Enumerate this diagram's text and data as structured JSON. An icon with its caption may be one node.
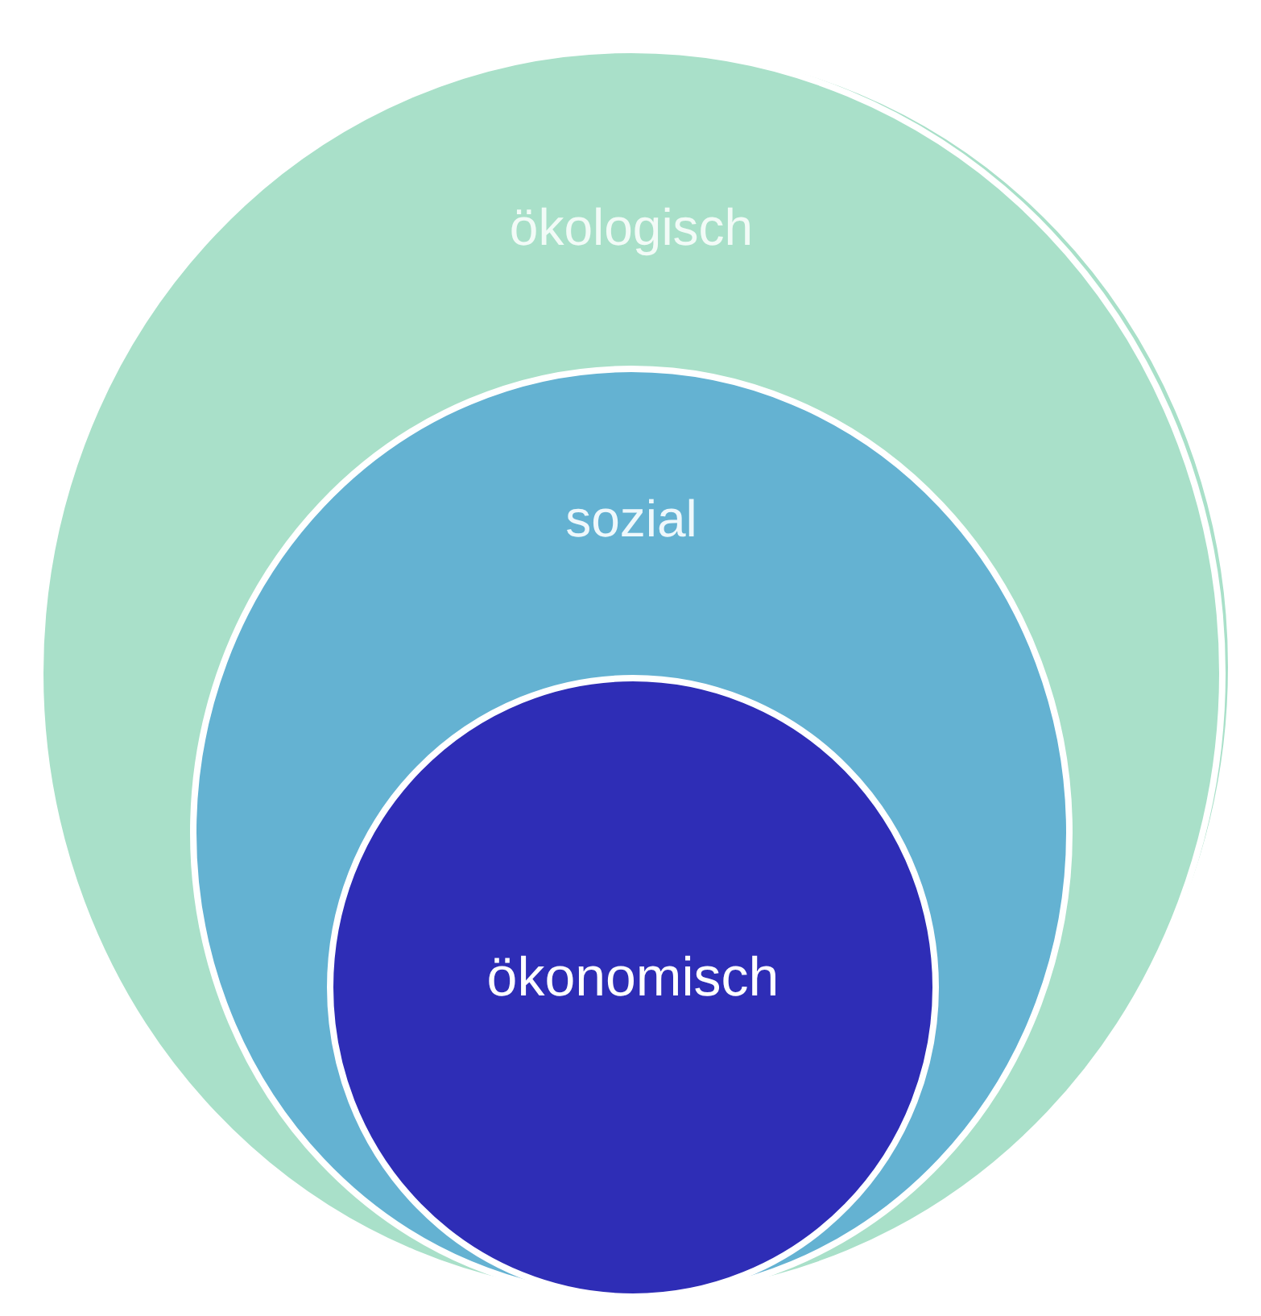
{
  "diagram": {
    "nodes": [
      {
        "text": [
          "ökologisch"
        ]
      },
      {
        "text": [
          "sozial"
        ],
        "in": 0
      },
      {
        "text": [
          "ökonomisch"
        ],
        "in": 1
      }
    ]
  }
}
